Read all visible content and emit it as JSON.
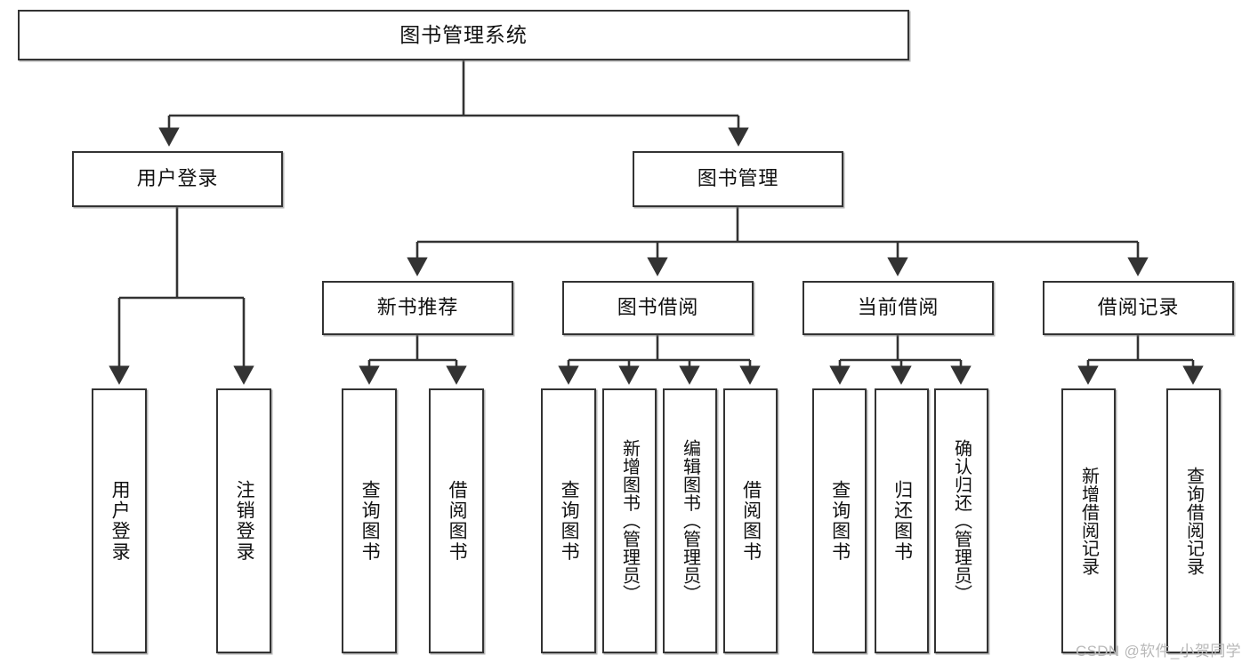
{
  "diagram": {
    "type": "tree-hierarchy",
    "title": "图书管理系统",
    "root": {
      "label": "图书管理系统"
    },
    "level2": [
      {
        "label": "用户登录"
      },
      {
        "label": "图书管理"
      }
    ],
    "level3": [
      {
        "label": "新书推荐"
      },
      {
        "label": "图书借阅"
      },
      {
        "label": "当前借阅"
      },
      {
        "label": "借阅记录"
      }
    ],
    "leaves": {
      "user_login": [
        {
          "label": "用户登录"
        },
        {
          "label": "注销登录"
        }
      ],
      "new_book_recommend": [
        {
          "label": "查询图书"
        },
        {
          "label": "借阅图书"
        }
      ],
      "book_borrow": [
        {
          "label": "查询图书"
        },
        {
          "label": "新增图书（管理员）"
        },
        {
          "label": "编辑图书（管理员）"
        },
        {
          "label": "借阅图书"
        }
      ],
      "current_borrow": [
        {
          "label": "查询图书"
        },
        {
          "label": "归还图书"
        },
        {
          "label": "确认归还（管理员）"
        }
      ],
      "borrow_records": [
        {
          "label": "新增借阅记录"
        },
        {
          "label": "查询借阅记录"
        }
      ]
    }
  },
  "watermark": {
    "text": "CSDN @软件_小贺同学"
  },
  "colors": {
    "background": "#ffffff",
    "border": "#333333",
    "text": "#111111",
    "connector": "#333333",
    "watermark": "#b9b9b9"
  }
}
